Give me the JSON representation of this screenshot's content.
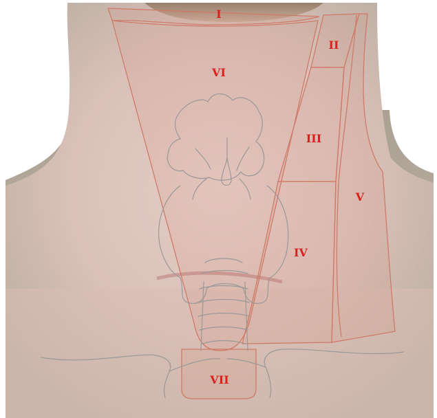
{
  "figure": {
    "levels": {
      "level_1": "I",
      "level_2": "II",
      "level_3": "III",
      "level_4": "IV",
      "level_5": "V",
      "level_6": "VI",
      "level_7": "VII"
    },
    "colors": {
      "label": "#d8221e",
      "region_outline": "#cf7a68",
      "skin_light": "#e3c9c3",
      "skin_shadow": "#a2998c",
      "anatomy_sketch": "#9a9898"
    }
  }
}
